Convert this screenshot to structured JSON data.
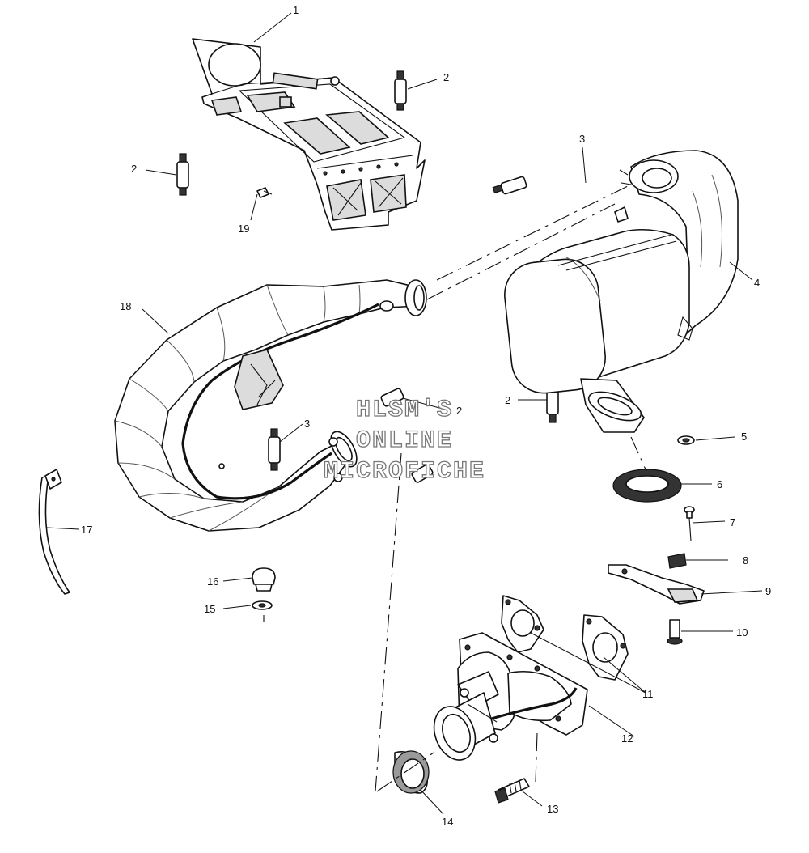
{
  "watermark": {
    "line1": "HLSM'S",
    "line2": "ONLINE",
    "line3": "MICROFICHE"
  },
  "callouts": {
    "c1": "1",
    "c2a": "2",
    "c2b": "2",
    "c2c": "2",
    "c2d": "2",
    "c3a": "3",
    "c3b": "3",
    "c4": "4",
    "c5": "5",
    "c6": "6",
    "c7": "7",
    "c8": "8",
    "c9": "9",
    "c10": "10",
    "c11": "11",
    "c12": "12",
    "c13": "13",
    "c14": "14",
    "c15": "15",
    "c16": "16",
    "c17": "17",
    "c18": "18",
    "c19": "19"
  }
}
